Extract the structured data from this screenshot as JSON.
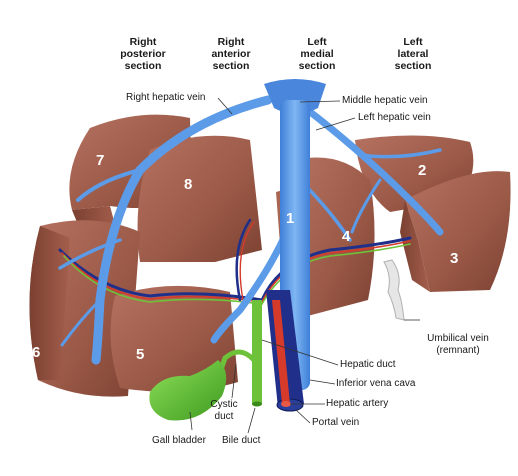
{
  "sections": [
    {
      "line1": "Right",
      "line2": "posterior",
      "line3": "section"
    },
    {
      "line1": "Right",
      "line2": "anterior",
      "line3": "section"
    },
    {
      "line1": "Left",
      "line2": "medial",
      "line3": "section"
    },
    {
      "line1": "Left",
      "line2": "lateral",
      "line3": "section"
    }
  ],
  "segments": [
    "1",
    "2",
    "3",
    "4",
    "5",
    "6",
    "7",
    "8"
  ],
  "labels": {
    "right_hepatic_vein": "Right hepatic vein",
    "middle_hepatic_vein": "Middle hepatic vein",
    "left_hepatic_vein": "Left hepatic vein",
    "umbilical_vein_1": "Umbilical vein",
    "umbilical_vein_2": "(remnant)",
    "hepatic_duct": "Hepatic duct",
    "inferior_vena_cava": "Inferior vena cava",
    "hepatic_artery": "Hepatic artery",
    "portal_vein": "Portal vein",
    "cystic_duct_1": "Cystic",
    "cystic_duct_2": "duct",
    "gall_bladder": "Gall bladder",
    "bile_duct": "Bile duct"
  },
  "colors": {
    "liver": "#a0604e",
    "liver_dark": "#7a4234",
    "vein": "#5b9be8",
    "ivc": "#4a86dc",
    "portal": "#1f2f8a",
    "artery": "#d63a2a",
    "duct": "#6ec23a",
    "gallbladder": "#5cb82e"
  }
}
